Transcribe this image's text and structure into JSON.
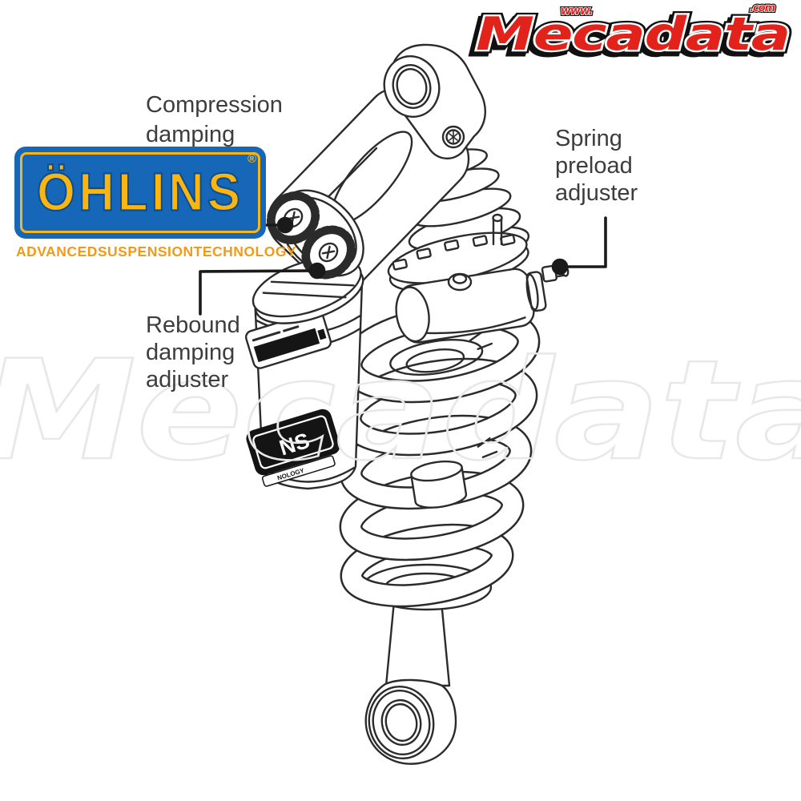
{
  "watermark": {
    "text": "Mecadata"
  },
  "site_logo": {
    "www": "www.",
    "name": "Mecadata",
    "tld": ".com"
  },
  "ohlins_logo": {
    "name": "ÖHLINS",
    "registered": "®",
    "tagline": {
      "w1": "ADVANCED",
      "w2": "SUSPENSION",
      "w3": "TECHNOLOGY"
    }
  },
  "labels": {
    "compression": {
      "l1": "Compression",
      "l2": "damping"
    },
    "rebound": {
      "l1": "Rebound",
      "l2": "damping",
      "l3": "adjuster"
    },
    "spring_preload": {
      "l1": "Spring",
      "l2": "preload",
      "l3": "adjuster"
    }
  },
  "stickers": {
    "reservoir_big": "NS",
    "reservoir_small": "NOLOGY"
  },
  "colors": {
    "ohlins_blue": "#1767b9",
    "ohlins_yellow": "#f9b612",
    "tagline_orange": "#f29a18",
    "logo_red": "#e2231b",
    "line": "#2b2b2b",
    "watermark_gray": "#e8e8e8",
    "label_text": "#3d3d3d"
  }
}
